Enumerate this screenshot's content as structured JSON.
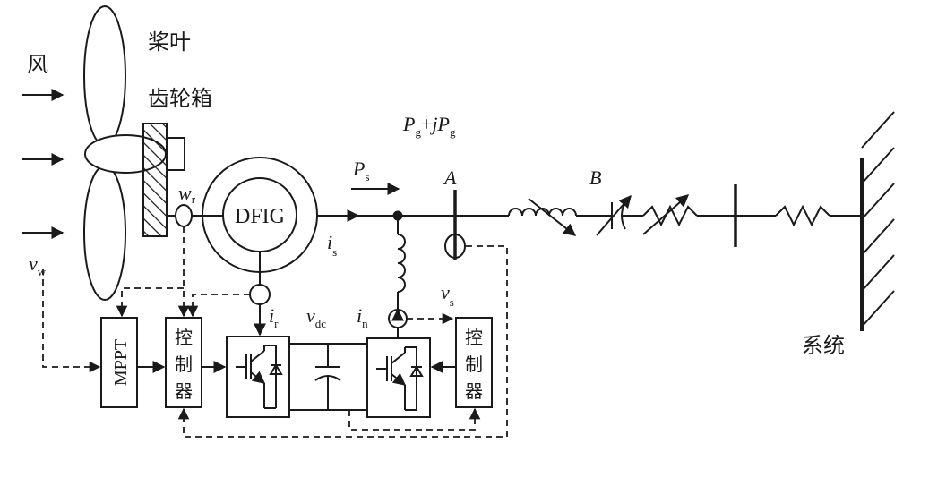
{
  "labels": {
    "wind": "风",
    "blade": "桨叶",
    "gearbox": "齿轮箱",
    "dfig": "DFIG",
    "mppt": "MPPT",
    "controller_rotor": [
      "控",
      "制",
      "器"
    ],
    "controller_grid": [
      "控",
      "制",
      "器"
    ],
    "system": "系统",
    "point_a": "A",
    "point_b": "B"
  },
  "symbols": {
    "wr": {
      "main": "w",
      "sub": "r"
    },
    "vw": {
      "main": "v",
      "sub": "w"
    },
    "pg": {
      "p1": "P",
      "s1": "g",
      "plus": "+",
      "j": "j",
      "p2": "P",
      "s2": "g"
    },
    "ps": {
      "main": "P",
      "sub": "s"
    },
    "is": {
      "main": "i",
      "sub": "s"
    },
    "ir": {
      "main": "i",
      "sub": "r"
    },
    "vdc": {
      "main": "v",
      "sub": "dc"
    },
    "in": {
      "main": "i",
      "sub": "n"
    },
    "vs": {
      "main": "v",
      "sub": "s"
    }
  },
  "colors": {
    "line": "#1a1a1a",
    "background": "#ffffff"
  }
}
